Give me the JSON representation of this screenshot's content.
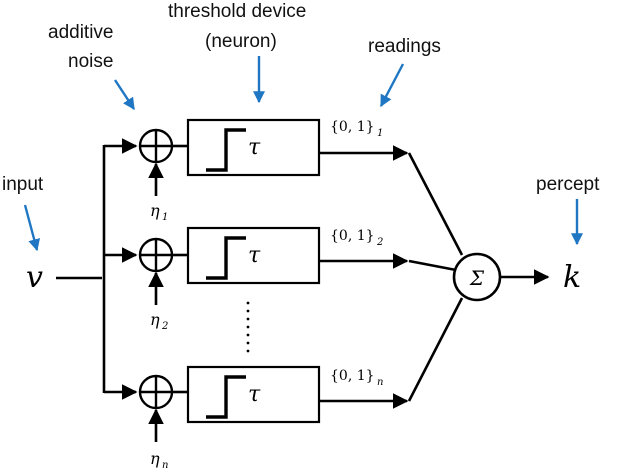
{
  "annotations": {
    "additive_noise_line1": "additive",
    "additive_noise_line2": "noise",
    "threshold_line1": "threshold device",
    "threshold_line2": "(neuron)",
    "readings": "readings",
    "input": "input",
    "percept": "percept"
  },
  "symbols": {
    "input": "v",
    "output": "k",
    "sum": "Σ",
    "threshold": "τ",
    "eta": "η",
    "readings_set": "{0, 1}",
    "vertical_ellipsis": "⋮"
  },
  "channels": [
    {
      "noise_sub": "1",
      "reading_sub": "1"
    },
    {
      "noise_sub": "2",
      "reading_sub": "2"
    },
    {
      "noise_sub": "n",
      "reading_sub": "n"
    }
  ],
  "colors": {
    "annotation_arrow": "#1f77c4",
    "lines": "#000000",
    "background": "#ffffff"
  }
}
